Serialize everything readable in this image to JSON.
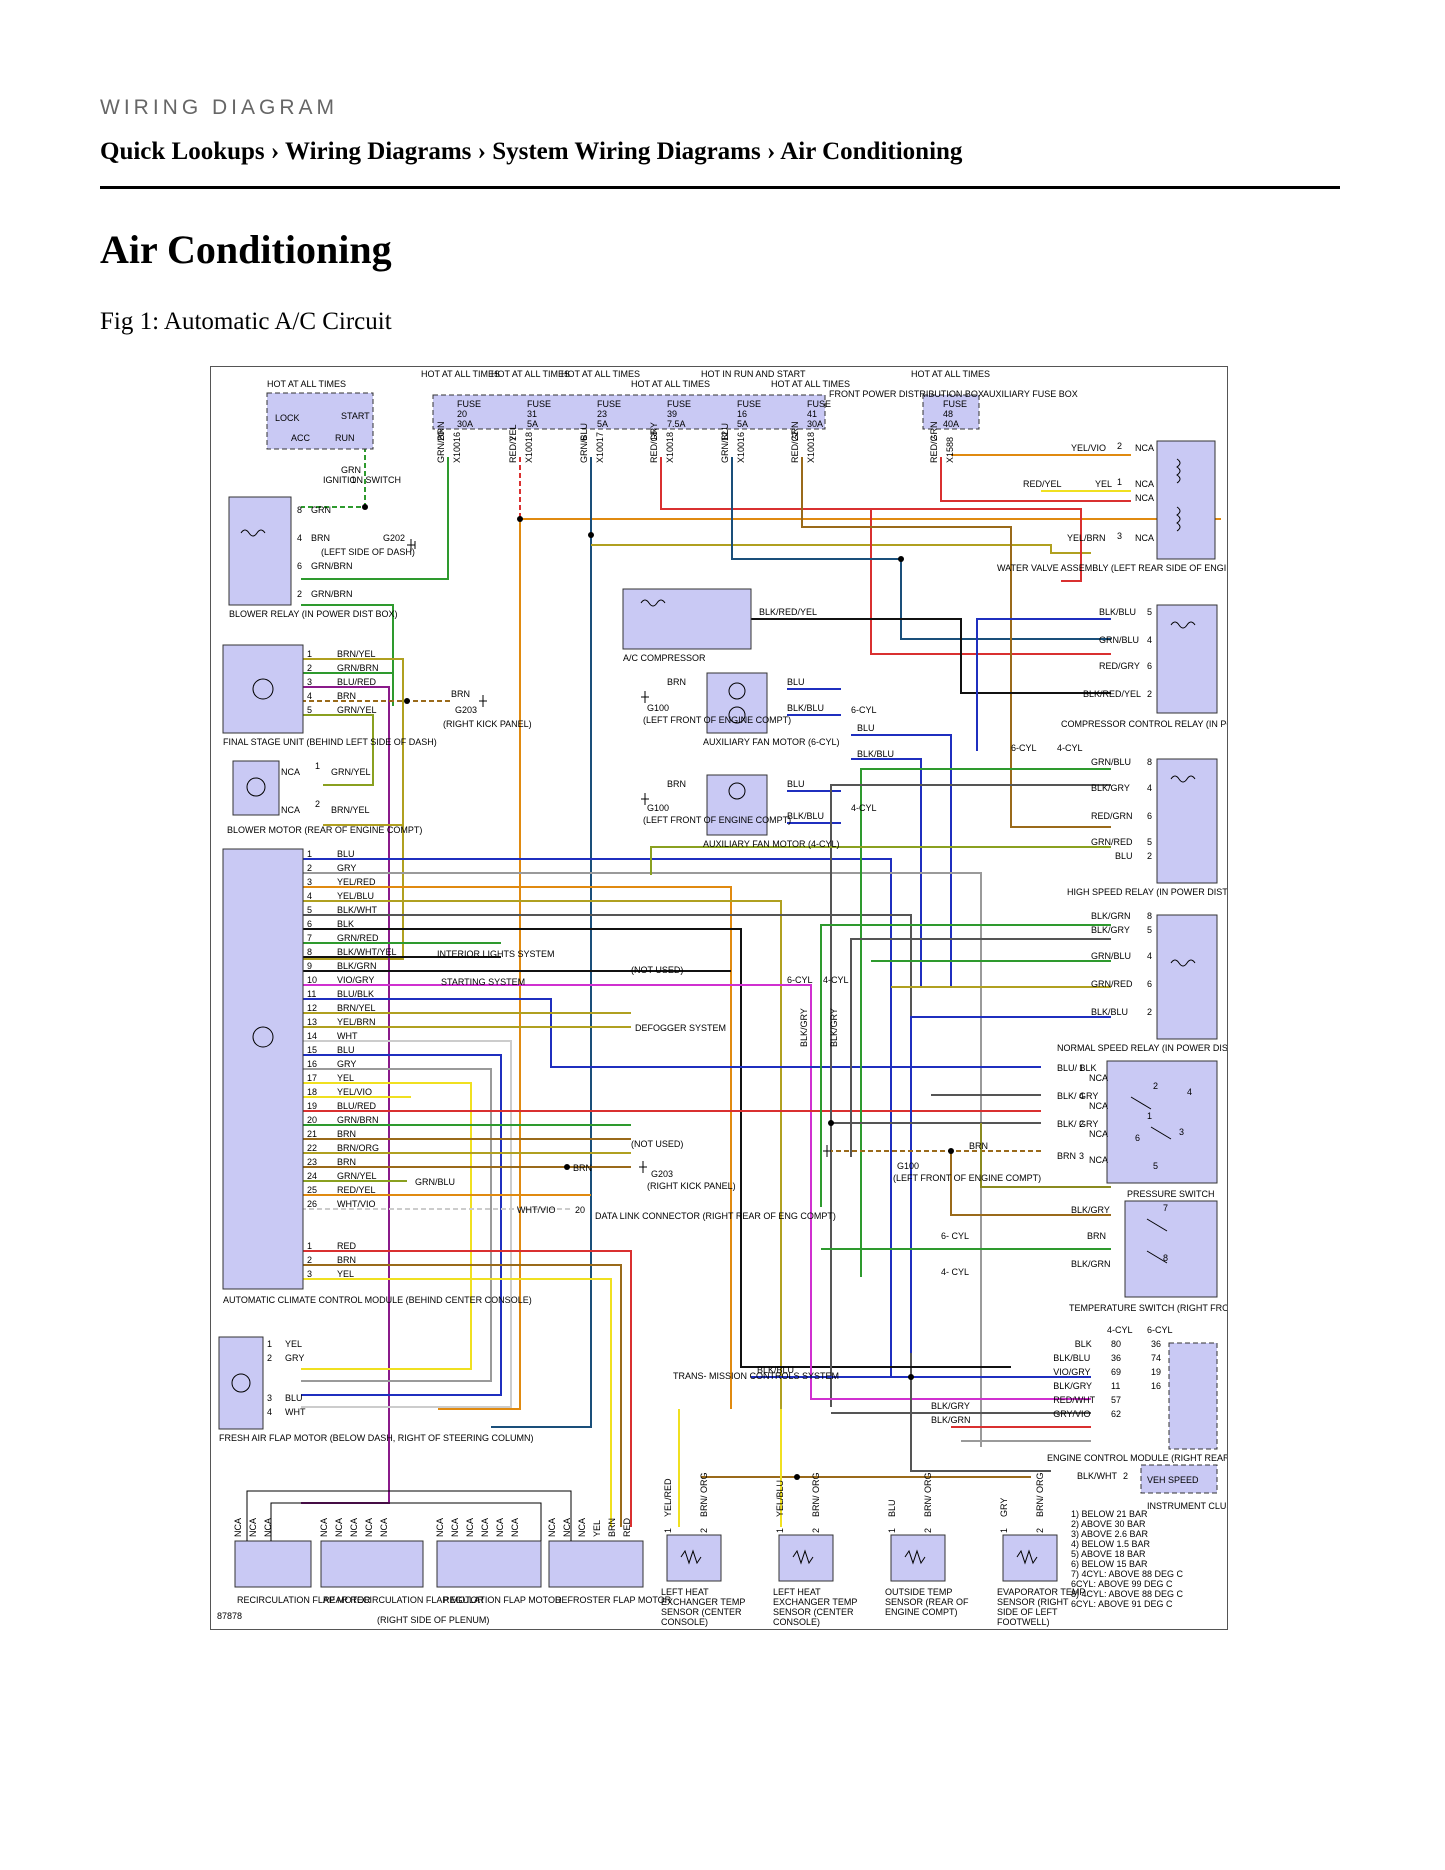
{
  "header": {
    "kicker": "WIRING DIAGRAM",
    "breadcrumb": [
      "Quick Lookups",
      "Wiring Diagrams",
      "System Wiring Diagrams",
      "Air Conditioning"
    ],
    "separator": " › ",
    "title": "Air Conditioning",
    "figure_caption": "Fig 1: Automatic A/C Circuit"
  },
  "diagram": {
    "figure_id": "87878",
    "hot_labels": [
      "HOT AT ALL TIMES",
      "HOT AT ALL TIMES",
      "HOT AT ALL TIMES",
      "HOT AT ALL TIMES",
      "HOT AT ALL TIMES",
      "HOT IN RUN AND START",
      "HOT AT ALL TIMES",
      "HOT AT ALL TIMES"
    ],
    "ignition_switch": {
      "label": "IGNITION SWITCH",
      "positions": [
        "LOCK",
        "ACC",
        "RUN",
        "START"
      ]
    },
    "front_fuse_box": {
      "label": "FRONT POWER DISTRIBUTION BOX",
      "fuses": [
        {
          "name": "FUSE",
          "num": "20",
          "amp": "30A",
          "connector": "X10016",
          "pin": "20",
          "wire": "GRN/BRN"
        },
        {
          "name": "FUSE",
          "num": "31",
          "amp": "5A",
          "connector": "X10018",
          "pin": "2",
          "wire": "RED/YEL"
        },
        {
          "name": "FUSE",
          "num": "23",
          "amp": "5A",
          "connector": "X10017",
          "pin": "6",
          "wire": "GRN/BLU"
        },
        {
          "name": "FUSE",
          "num": "39",
          "amp": "7.5A",
          "connector": "X10018",
          "pin": "18",
          "wire": "RED/GRY"
        },
        {
          "name": "FUSE",
          "num": "16",
          "amp": "5A",
          "connector": "X10016",
          "pin": "12",
          "wire": "GRN/BLU"
        },
        {
          "name": "FUSE",
          "num": "41",
          "amp": "30A",
          "connector": "X10018",
          "pin": "22",
          "wire": "RED/GRN"
        }
      ]
    },
    "aux_fuse_box": {
      "label": "AUXILIARY FUSE BOX",
      "fuse": {
        "name": "FUSE",
        "num": "48",
        "amp": "40A",
        "connector": "X1588",
        "pin": "2",
        "wire": "RED/GRN"
      }
    },
    "blower_relay": {
      "label": "BLOWER RELAY (IN POWER DIST BOX)",
      "pins": [
        {
          "num": "8",
          "wire": "GRN"
        },
        {
          "num": "4",
          "wire": "BRN"
        },
        {
          "num": "6",
          "wire": "GRN/BRN"
        },
        {
          "num": "2",
          "wire": "GRN/BRN"
        }
      ],
      "ground": "G202",
      "ground_note": "(LEFT SIDE OF DASH)",
      "switch_pin": "1",
      "switch_wire": "GRN"
    },
    "water_valve": {
      "label": "WATER VALVE ASSEMBLY (LEFT REAR SIDE OF ENGINE COMPT)",
      "pins": [
        {
          "num": "2",
          "wire": "YEL/VIO",
          "nca": "NCA"
        },
        {
          "num": "1",
          "wire": "YEL",
          "nca": "NCA"
        },
        {
          "num": "3",
          "wire": "YEL/BRN",
          "nca": "NCA"
        }
      ],
      "red_yel": "RED/YEL",
      "extra_nca": "NCA"
    },
    "ac_compressor": {
      "label": "A/C COMPRESSOR",
      "wire": "BLK/RED/YEL"
    },
    "compressor_relay": {
      "label": "COMPRESSOR CONTROL RELAY (IN POWER DIST BOX)",
      "pins": [
        {
          "num": "5",
          "wire": "BLK/BLU"
        },
        {
          "num": "4",
          "wire": "GRN/BLU"
        },
        {
          "num": "6",
          "wire": "RED/GRY"
        },
        {
          "num": "2",
          "wire": "BLK/RED/YEL"
        }
      ],
      "cyl_6": "6-CYL",
      "cyl_4": "4-CYL"
    },
    "final_stage": {
      "label": "FINAL STAGE UNIT (BEHIND LEFT SIDE OF DASH)",
      "pins": [
        {
          "num": "1",
          "wire": "BRN/YEL"
        },
        {
          "num": "2",
          "wire": "GRN/BRN"
        },
        {
          "num": "3",
          "wire": "BLU/RED"
        },
        {
          "num": "4",
          "wire": "BRN"
        },
        {
          "num": "5",
          "wire": "GRN/YEL"
        }
      ]
    },
    "g203": {
      "label": "G203",
      "note": "(RIGHT KICK PANEL)",
      "wire": "BRN"
    },
    "aux_fan_6": {
      "label": "AUXILIARY FAN MOTOR (6-CYL)",
      "ground": "G100",
      "ground_note": "(LEFT FRONT OF ENGINE COMPT)",
      "wires": [
        "BRN",
        "BLU",
        "BLK/BLU"
      ],
      "cyl": "6-CYL",
      "extra_wires": [
        "BLU",
        "BLK/BLU"
      ]
    },
    "aux_fan_4": {
      "label": "AUXILIARY FAN MOTOR (4-CYL)",
      "ground": "G100",
      "ground_note": "(LEFT FRONT OF ENGINE COMPT)",
      "wires": [
        "BRN",
        "BLU",
        "BLK/BLU"
      ],
      "cyl": "4-CYL"
    },
    "blower_motor": {
      "label": "BLOWER MOTOR (REAR OF ENGINE COMPT)",
      "pins": [
        {
          "num": "1",
          "wire": "GRN/YEL",
          "nca": "NCA"
        },
        {
          "num": "2",
          "wire": "BRN/YEL",
          "nca": "NCA"
        }
      ]
    },
    "high_speed_relay": {
      "label": "HIGH SPEED RELAY (IN POWER DIST BOX)",
      "pins": [
        {
          "num": "8",
          "wire": "GRN/BLU"
        },
        {
          "num": "4",
          "wire": "BLK/GRY"
        },
        {
          "num": "6",
          "wire": "RED/GRN"
        },
        {
          "num": "5",
          "wire": "GRN/RED"
        },
        {
          "num": "2",
          "wire": "BLU"
        }
      ]
    },
    "normal_speed_relay": {
      "label": "NORMAL SPEED RELAY (IN POWER DIST BOX)",
      "pins": [
        {
          "num": "8",
          "wire": "BLK/GRN"
        },
        {
          "num": "5",
          "wire": "BLK/GRY"
        },
        {
          "num": "4",
          "wire": "GRN/BLU"
        },
        {
          "num": "6",
          "wire": "GRN/RED"
        },
        {
          "num": "2",
          "wire": "BLK/BLU"
        }
      ]
    },
    "control_module": {
      "label": "AUTOMATIC CLIMATE CONTROL MODULE (BEHIND CENTER CONSOLE)",
      "pins": [
        {
          "num": "1",
          "wire": "BLU"
        },
        {
          "num": "2",
          "wire": "GRY"
        },
        {
          "num": "3",
          "wire": "YEL/RED"
        },
        {
          "num": "4",
          "wire": "YEL/BLU"
        },
        {
          "num": "5",
          "wire": "BLK/WHT"
        },
        {
          "num": "6",
          "wire": "BLK"
        },
        {
          "num": "7",
          "wire": "GRN/RED"
        },
        {
          "num": "8",
          "wire": "BLK/WHT/YEL"
        },
        {
          "num": "9",
          "wire": "BLK/GRN"
        },
        {
          "num": "10",
          "wire": "VIO/GRY"
        },
        {
          "num": "11",
          "wire": "BLU/BLK"
        },
        {
          "num": "12",
          "wire": "BRN/YEL"
        },
        {
          "num": "13",
          "wire": "YEL/BRN"
        },
        {
          "num": "14",
          "wire": "WHT"
        },
        {
          "num": "15",
          "wire": "BLU"
        },
        {
          "num": "16",
          "wire": "GRY"
        },
        {
          "num": "17",
          "wire": "YEL"
        },
        {
          "num": "18",
          "wire": "YEL/VIO"
        },
        {
          "num": "19",
          "wire": "BLU/RED"
        },
        {
          "num": "20",
          "wire": "GRN/BRN"
        },
        {
          "num": "21",
          "wire": "BRN"
        },
        {
          "num": "22",
          "wire": "BRN/ORG"
        },
        {
          "num": "23",
          "wire": "BRN"
        },
        {
          "num": "24",
          "wire": "GRN/YEL"
        },
        {
          "num": "25",
          "wire": "RED/YEL"
        },
        {
          "num": "26",
          "wire": "WHT/VIO"
        }
      ],
      "lower_pins": [
        {
          "num": "1",
          "wire": "RED"
        },
        {
          "num": "2",
          "wire": "BRN"
        },
        {
          "num": "3",
          "wire": "YEL"
        }
      ],
      "refs": {
        "interior": "INTERIOR LIGHTS SYSTEM",
        "starting": "STARTING SYSTEM",
        "not_used": "(NOT USED)",
        "defogger": "DEFOGGER SYSTEM",
        "grn_blu": "GRN/BLU",
        "brn": "BRN",
        "wht_vio": "WHT/VIO",
        "dlc_pin": "20",
        "dlc": "DATA LINK CONNECTOR (RIGHT REAR OF ENG COMPT)"
      }
    },
    "mid_cyl": {
      "cyl_6": "6-CYL",
      "cyl_4": "4-CYL",
      "wire_a": "BLK/GRY",
      "wire_b": "BLK/GRY"
    },
    "pressure_switch": {
      "label": "PRESSURE SWITCH",
      "pins": [
        {
          "num": "1",
          "wire": "BLU/ BLK",
          "nca": "NCA"
        },
        {
          "num": "4",
          "wire": "BLK/ GRY",
          "nca": "NCA"
        },
        {
          "num": "2",
          "wire": "BLK/ GRY",
          "nca": "NCA"
        },
        {
          "num": "3",
          "wire": "BRN",
          "nca": "NCA"
        }
      ],
      "contacts": [
        "2",
        "4",
        "1",
        "3",
        "6",
        "5"
      ],
      "ground": "G100",
      "ground_note": "(LEFT FRONT OF ENGINE COMPT)",
      "ground_wire": "BRN"
    },
    "temp_switch": {
      "label": "TEMPERATURE SWITCH (RIGHT FRONT OF ENG COMPT)",
      "wires": [
        "BLK/GRY",
        "BRN",
        "BLK/GRN"
      ],
      "contacts": [
        "7",
        "8"
      ],
      "cyl_6": "6- CYL",
      "cyl_4": "4- CYL"
    },
    "fresh_air_motor": {
      "label": "FRESH AIR FLAP MOTOR (BELOW DASH, RIGHT OF STEERING COLUMN)",
      "pins": [
        {
          "num": "1",
          "wire": "YEL"
        },
        {
          "num": "2",
          "wire": "GRY"
        },
        {
          "num": "3",
          "wire": "BLU"
        },
        {
          "num": "4",
          "wire": "WHT"
        }
      ]
    },
    "transmission": {
      "label": "TRANS- MISSION CONTROLS SYSTEM",
      "wire": "BLK/BLU"
    },
    "ecm": {
      "label": "ENGINE CONTROL MODULE (RIGHT REAR OF ENGINE COMPT)",
      "cyl_4": "4-CYL",
      "cyl_6": "6-CYL",
      "rows": [
        {
          "wire": "BLK",
          "p4": "80",
          "p6": "36"
        },
        {
          "wire": "BLK/BLU",
          "p4": "36",
          "p6": "74"
        },
        {
          "wire": "VIO/GRY",
          "p4": "69",
          "p6": "19"
        },
        {
          "wire": "BLK/GRY",
          "p4": "11",
          "p6": "16"
        },
        {
          "wire": "RED/WHT",
          "p4": "57",
          "p6": ""
        },
        {
          "wire": "GRY/VIO",
          "p4": "62",
          "p6": ""
        }
      ],
      "blk_gry": "BLK/GRY",
      "blk_grn": "BLK/GRN"
    },
    "instrument_cluster": {
      "label": "INSTRUMENT CLUSTER",
      "wire": "BLK/WHT",
      "pin": "2",
      "signal": "VEH SPEED"
    },
    "flap_motors": [
      {
        "label": "RECIRCULATION FLAP MOTOR",
        "wires": [
          "NCA",
          "NCA",
          "NCA"
        ]
      },
      {
        "label": "REAR RECIRCULATION FLAP MOTOR",
        "wires": [
          "NCA",
          "NCA",
          "NCA",
          "NCA",
          "NCA"
        ]
      },
      {
        "label": "REGULATION FLAP MOTOR",
        "wires": [
          "NCA",
          "NCA",
          "NCA",
          "NCA",
          "NCA",
          "NCA"
        ]
      },
      {
        "label": "DEFROSTER FLAP MOTOR",
        "wires": [
          "NCA",
          "NCA",
          "NCA",
          "YEL",
          "BRN",
          "RED"
        ]
      }
    ],
    "plenum_note": "(RIGHT SIDE OF PLENUM)",
    "sensors": [
      {
        "label": "LEFT HEAT EXCHANGER TEMP SENSOR (CENTER CONSOLE)",
        "p1": "1",
        "w1": "YEL/RED",
        "p2": "2",
        "w2": "BRN/ ORG"
      },
      {
        "label": "LEFT HEAT EXCHANGER TEMP SENSOR (CENTER CONSOLE)",
        "p1": "1",
        "w1": "YEL/BLU",
        "p2": "2",
        "w2": "BRN/ ORG"
      },
      {
        "label": "OUTSIDE TEMP SENSOR (REAR OF ENGINE COMPT)",
        "p1": "1",
        "w1": "BLU",
        "p2": "2",
        "w2": "BRN/ ORG"
      },
      {
        "label": "EVAPORATOR TEMP SENSOR (RIGHT SIDE OF LEFT FOOTWELL)",
        "p1": "1",
        "w1": "GRY",
        "p2": "2",
        "w2": "BRN/ ORG"
      }
    ],
    "notes": [
      "1) BELOW 21 BAR",
      "2) ABOVE 30 BAR",
      "3) ABOVE 2.6 BAR",
      "4) BELOW 1.5 BAR",
      "5) ABOVE 18 BAR",
      "6) BELOW 15 BAR",
      "7) 4CYL: ABOVE 88 DEG C",
      "6CYL: ABOVE 99 DEG C",
      "8) 4CYL: ABOVE 88 DEG C",
      "6CYL: ABOVE 91 DEG C"
    ]
  },
  "colors": {
    "component_fill": "#c9c9f4",
    "grn": "#2e9a2e",
    "brn": "#9a6a1a",
    "red": "#d93030",
    "blu": "#1f2fbf",
    "yel": "#f0e020",
    "gry": "#9a9a9a",
    "blk": "#111111",
    "vio": "#d030d0",
    "org": "#e08a10",
    "olive": "#b0a020"
  }
}
